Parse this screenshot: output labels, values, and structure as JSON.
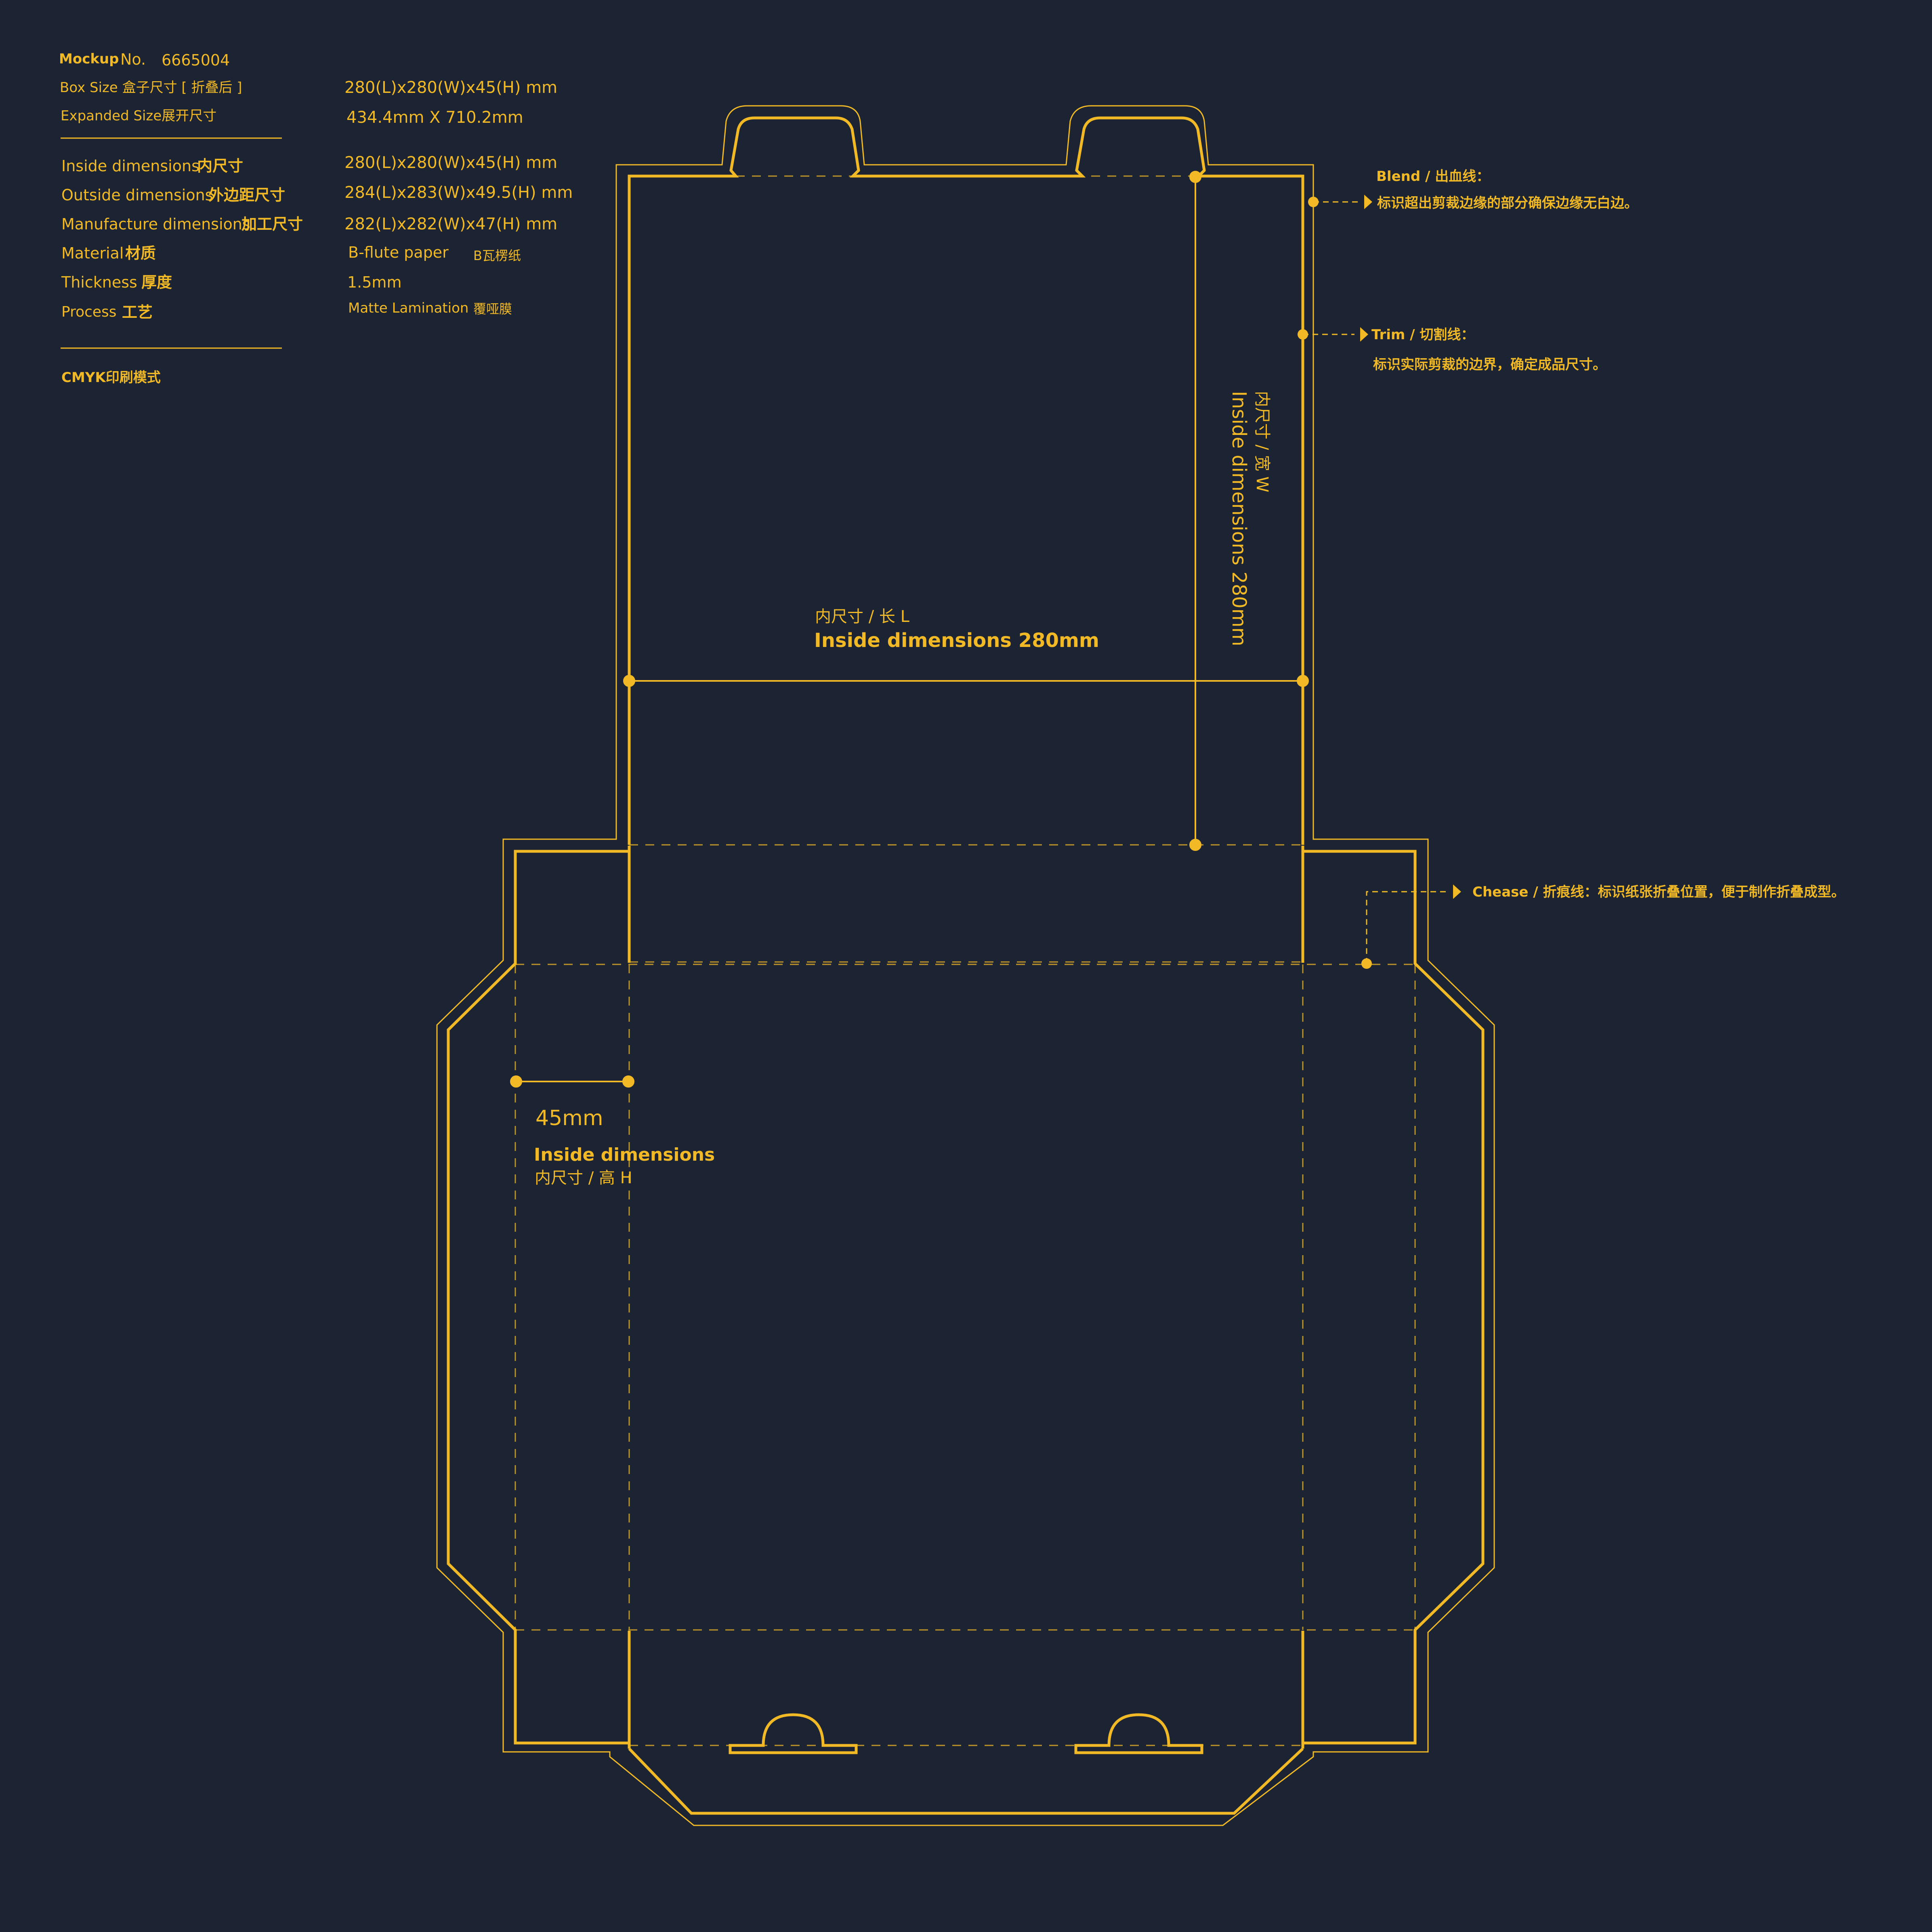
{
  "specs": {
    "mockup_label": "Mockup",
    "no_label": "No.",
    "no_value": "6665004",
    "box_size_label": "Box Size 盒子尺寸 [ 折叠后 ]",
    "box_size_value": "280(L)x280(W)x45(H) mm",
    "expanded_size_label": "Expanded Size展开尺寸",
    "expanded_size_value": "434.4mm X 710.2mm",
    "rows": [
      {
        "label": "Inside dimensions",
        "label_cn": "内尺寸",
        "value": "280(L)x280(W)x45(H) mm",
        "extra": ""
      },
      {
        "label": "Outside dimensions",
        "label_cn": "外边距尺寸",
        "value": "284(L)x283(W)x49.5(H) mm",
        "extra": ""
      },
      {
        "label": "Manufacture dimensions",
        "label_cn": "加工尺寸",
        "value": "282(L)x282(W)x47(H) mm",
        "extra": ""
      },
      {
        "label": "Material",
        "label_cn": "材质",
        "value": "B-flute paper",
        "extra": "B瓦楞纸"
      },
      {
        "label": "Thickness",
        "label_cn": "厚度",
        "value": "1.5mm",
        "extra": ""
      },
      {
        "label": "Process",
        "label_cn": "工艺",
        "value": "Matte Lamination",
        "extra": "覆哑膜"
      }
    ],
    "color_mode": "CMYK印刷模式"
  },
  "legend": {
    "blend_title": "Blend / 出血线：",
    "blend_desc": "标识超出剪裁边缘的部分确保边缘无白边。",
    "trim_title": "Trim / 切割线：",
    "trim_desc": "标识实际剪裁的边界，确定成品尺寸。",
    "chease_text": "Chease / 折痕线：标识纸张折叠位置，便于制作折叠成型。"
  },
  "dimensions": {
    "length_cn": "内尺寸 / 长 L",
    "length_en": "Inside  dimensions  280mm",
    "width_cn": "内尺寸 / 宽 W",
    "width_en": "Inside  dimensions  280mm",
    "height_value": "45mm",
    "height_en": "Inside  dimensions",
    "height_cn": "内尺寸 / 高 H"
  },
  "colors": {
    "background": "#1c2433",
    "accent": "#f2b926"
  }
}
